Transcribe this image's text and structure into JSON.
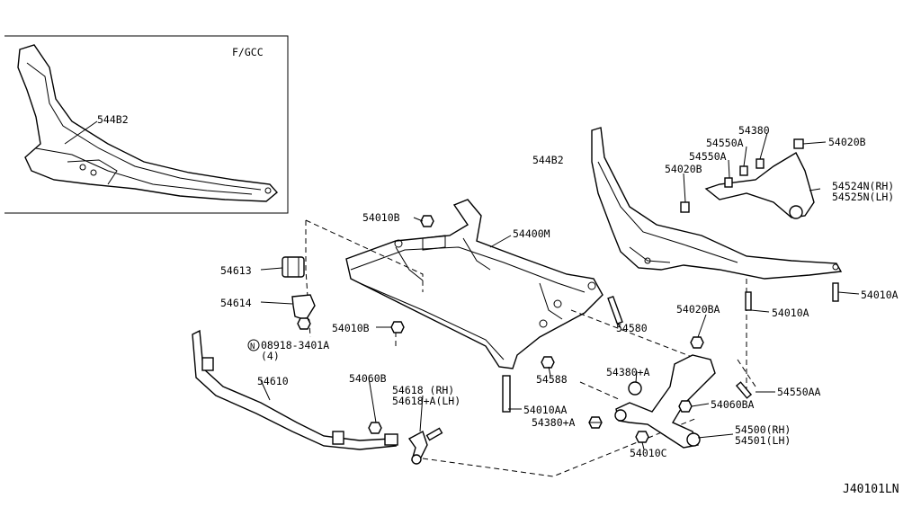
{
  "diagram_id": "J40101LN",
  "inset_label": "F/GCC",
  "callouts": {
    "inset_54482": "544B2",
    "p54482": "544B2",
    "p54400M": "54400M",
    "p54010B_top": "54010B",
    "p54010B_bottom": "54010B",
    "p54613": "54613",
    "p54614": "54614",
    "p08918": "08918-3401A",
    "p08918_qty": "(4)",
    "p08918_prefix": "N",
    "p54610": "54610",
    "p54060B": "54060B",
    "p54618": "54618 (RH)",
    "p54618A": "54618+A(LH)",
    "p54010AA": "54010AA",
    "p54380A_1": "54380+A",
    "p54380A_2": "54380+A",
    "p54588": "54588",
    "p54580": "54580",
    "p54020BA": "54020BA",
    "p54010A_1": "54010A",
    "p54010A_2": "54010A",
    "p54060BA": "54060BA",
    "p54550AA": "54550AA",
    "p54500": "54500(RH)",
    "p54501": "54501(LH)",
    "p54010C": "54010C",
    "p54380": "54380",
    "p54550A_1": "54550A",
    "p54550A_2": "54550A",
    "p54020B_1": "54020B",
    "p54020B_2": "54020B",
    "p54524N": "54524N(RH)",
    "p54525N": "54525N(LH)"
  }
}
